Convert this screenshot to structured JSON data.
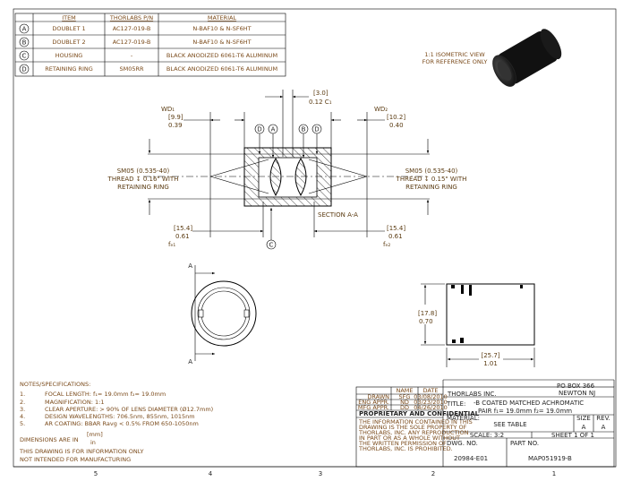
{
  "bom": {
    "headers": [
      "ITEM",
      "THORLABS P/N",
      "MATERIAL"
    ],
    "rows": [
      {
        "tag": "A",
        "item": "DOUBLET 1",
        "pn": "AC127-019-B",
        "material": "N-BAF10 & N-SF6HT"
      },
      {
        "tag": "B",
        "item": "DOUBLET  2",
        "pn": "AC127-019-B",
        "material": "N-BAF10 & N-SF6HT"
      },
      {
        "tag": "C",
        "item": "HOUSING",
        "pn": "-",
        "material": "BLACK ANODIZED 6061-T6 ALUMINUM"
      },
      {
        "tag": "D",
        "item": "RETAINING RING",
        "pn": "SM05RR",
        "material": "BLACK ANODIZED 6061-T6 ALUMINUM"
      }
    ]
  },
  "iso": {
    "line1": "1:1 ISOMETRIC VIEW",
    "line2": "FOR REFERENCE ONLY"
  },
  "section": {
    "c1_mm": "[3.0]",
    "c1_in": "0.12 C₁",
    "wd1_label": "WD₁",
    "wd1_mm": "[9.9]",
    "wd1_in": "0.39",
    "wd2_label": "WD₂",
    "wd2_mm": "[10.2]",
    "wd2_in": "0.40",
    "thread_left": [
      "SM05 (0.535-40)",
      "THREAD ↧ 0.16\" WITH",
      "RETAINING RING"
    ],
    "thread_right": [
      "SM05 (0.535-40)",
      "THREAD ↧ 0.15\" WITH",
      "RETAINING RING"
    ],
    "fb1_mm": "[15.4]",
    "fb1_in": "0.61",
    "fb1_label": "fₑ₁",
    "fb2_mm": "[15.4]",
    "fb2_in": "0.61",
    "fb2_label": "fₑ₂",
    "section_label": "SECTION A-A",
    "balloons": [
      "D",
      "A",
      "B",
      "D",
      "C"
    ]
  },
  "end_view": {
    "arrow_label": "A"
  },
  "side_view": {
    "h_mm": "[17.8]",
    "h_in": "0.70",
    "w_mm": "[25.7]",
    "w_in": "1.01"
  },
  "notes": {
    "title": "NOTES/SPECIFICATIONS:",
    "items": [
      {
        "n": "1.",
        "text": "FOCAL LENGTH: f₁= 19.0mm   f₂= 19.0mm"
      },
      {
        "n": "2.",
        "text": "MAGNIFICATION:  1:1"
      },
      {
        "n": "3.",
        "text": "CLEAR APERTURE: > 90% OF LENS DIAMETER (Ø12.7mm)"
      },
      {
        "n": "4.",
        "text": "DESIGN WAVELENGTHS: 706.5nm, 855nm, 1015nm"
      },
      {
        "n": "5.",
        "text": "AR COATING: BBAR Ravg < 0.5% FROM 650-1050nm"
      }
    ],
    "dims": "DIMENSIONS ARE IN",
    "dims_mm": "[mm]",
    "dims_in": "in",
    "info1": "THIS DRAWING IS FOR INFORMATION ONLY",
    "info2": "NOT INTENDED FOR MANUFACTURING"
  },
  "title_block": {
    "company": "THORLABS INC.",
    "addr1": "PO BOX 366",
    "addr2": "NEWTON NJ",
    "name_h": "NAME",
    "date_h": "DATE",
    "sign": [
      {
        "role": "DRAWN",
        "name": "SFG",
        "date": "03/08/2010"
      },
      {
        "role": "ENG APPR.",
        "name": "ND",
        "date": "03/23/2010"
      },
      {
        "role": "MFG APPR.",
        "name": "DD",
        "date": "04/26/2010"
      }
    ],
    "prop_title": "PROPRIETARY AND CONFIDENTIAL",
    "prop_text": [
      "THE INFORMATION CONTAINED IN THIS",
      "DRAWING IS THE SOLE PROPERTY OF",
      "THORLABS, INC.  ANY REPRODUCTION",
      "IN PART OR AS A WHOLE WITHOUT",
      "THE WRITTEN PERMISSION OF",
      "THORLABS, INC. IS PROHIBITED."
    ],
    "title_label": "TITLE:",
    "title1": "-B COATED MATCHED ACHROMATIC",
    "title2": "PAIR    f₁= 19.0mm  f₂= 19.0mm",
    "material_label": "MATERIAL:",
    "material": "SEE TABLE",
    "size_label": "SIZE",
    "size": "A",
    "rev_label": "REV.",
    "rev": "A",
    "scale": "SCALE: 3:2",
    "sheet": "SHEET 1 OF 1",
    "dwg_label": "DWG.  NO.",
    "dwg": "20984-E01",
    "part_label": "PART  NO.",
    "part": "MAP051919-B"
  },
  "zones": [
    "5",
    "4",
    "3",
    "2",
    "1"
  ]
}
